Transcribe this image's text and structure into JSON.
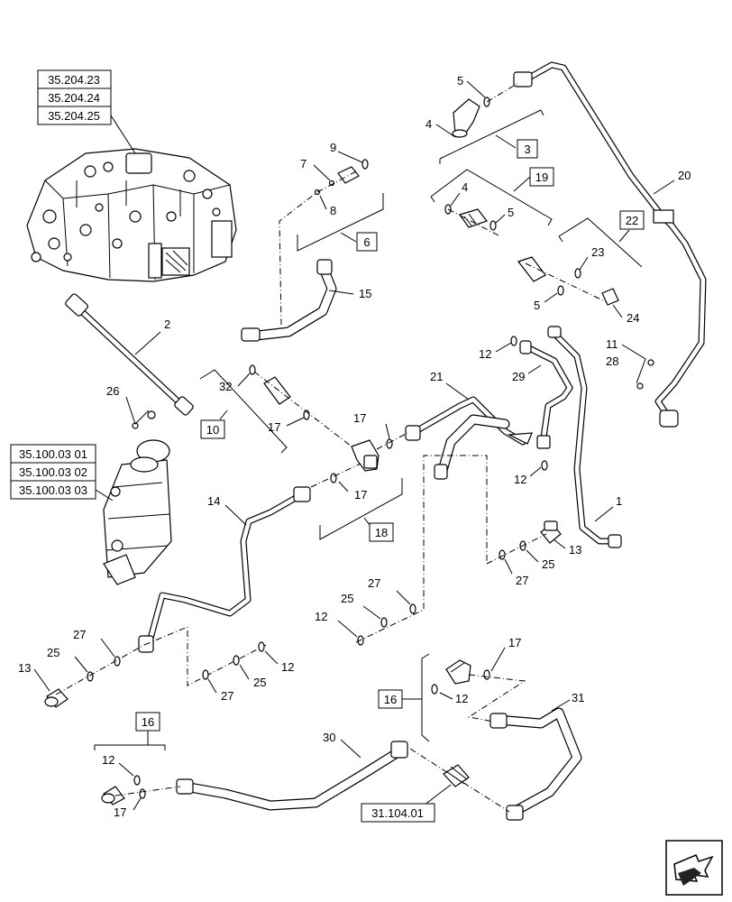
{
  "ref_boxes": {
    "valve_refs": [
      "35.204.23",
      "35.204.24",
      "35.204.25"
    ],
    "cylinder_refs": [
      "35.100.03 01",
      "35.100.03 02",
      "35.100.03 03"
    ],
    "coupler_ref": "31.104.01"
  },
  "group_labels": {
    "g3": "3",
    "g6": "6",
    "g10": "10",
    "g16a": "16",
    "g16b": "16",
    "g18": "18",
    "g19": "19",
    "g22": "22"
  },
  "callouts": {
    "c1": "1",
    "c2": "2",
    "c4a": "4",
    "c4b": "4",
    "c5a": "5",
    "c5b": "5",
    "c5c": "5",
    "c7": "7",
    "c8": "8",
    "c9": "9",
    "c11": "11",
    "c12a": "12",
    "c12b": "12",
    "c12c": "12",
    "c12d": "12",
    "c12e": "12",
    "c12f": "12",
    "c13a": "13",
    "c13b": "13",
    "c14": "14",
    "c15": "15",
    "c17a": "17",
    "c17b": "17",
    "c17c": "17",
    "c17d": "17",
    "c17e": "17",
    "c20": "20",
    "c21": "21",
    "c23": "23",
    "c24": "24",
    "c25a": "25",
    "c25b": "25",
    "c25c": "25",
    "c25d": "25",
    "c26": "26",
    "c27a": "27",
    "c27b": "27",
    "c27c": "27",
    "c27d": "27",
    "c28": "28",
    "c29": "29",
    "c30": "30",
    "c31": "31",
    "c32": "32"
  },
  "icons": {
    "corner": "next-page-arrow-icon"
  }
}
